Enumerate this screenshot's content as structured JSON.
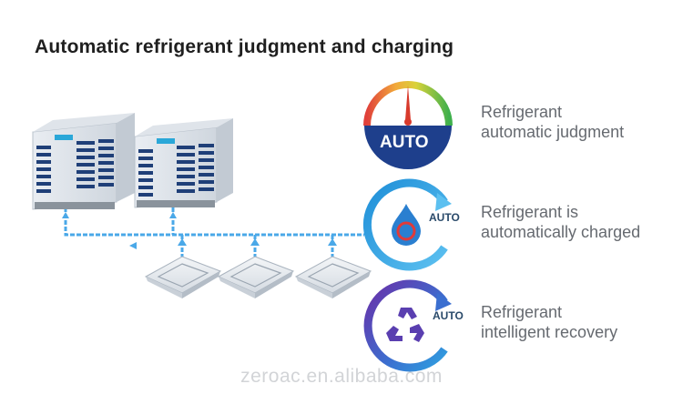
{
  "title": "Automatic refrigerant judgment and charging",
  "features": [
    {
      "line1": "Refrigerant",
      "line2": "automatic judgment",
      "badge": "AUTO",
      "icon": "gauge-icon"
    },
    {
      "line1": "Refrigerant is",
      "line2": "automatically charged",
      "badge": "AUTO",
      "icon": "drop-icon"
    },
    {
      "line1": "Refrigerant",
      "line2": "intelligent recovery",
      "badge": "AUTO",
      "icon": "recycle-icon"
    }
  ],
  "watermark": "zeroac.en.alibaba.com",
  "colors": {
    "pipe": "#4aa8e8",
    "gauge_base": "#1e3f8c",
    "cycle_blue": "#2f9ee0",
    "cycle_purple": "#7b3fb0",
    "needle": "#d83a2c"
  }
}
